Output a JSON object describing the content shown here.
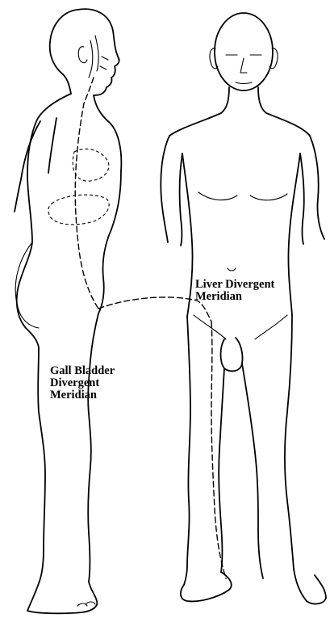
{
  "labels": {
    "gall_bladder": {
      "line1": "Gall Bladder",
      "line2": "Divergent",
      "line3": "Meridian"
    },
    "liver": {
      "line1": "Liver Divergent",
      "line2": "Meridian"
    }
  }
}
